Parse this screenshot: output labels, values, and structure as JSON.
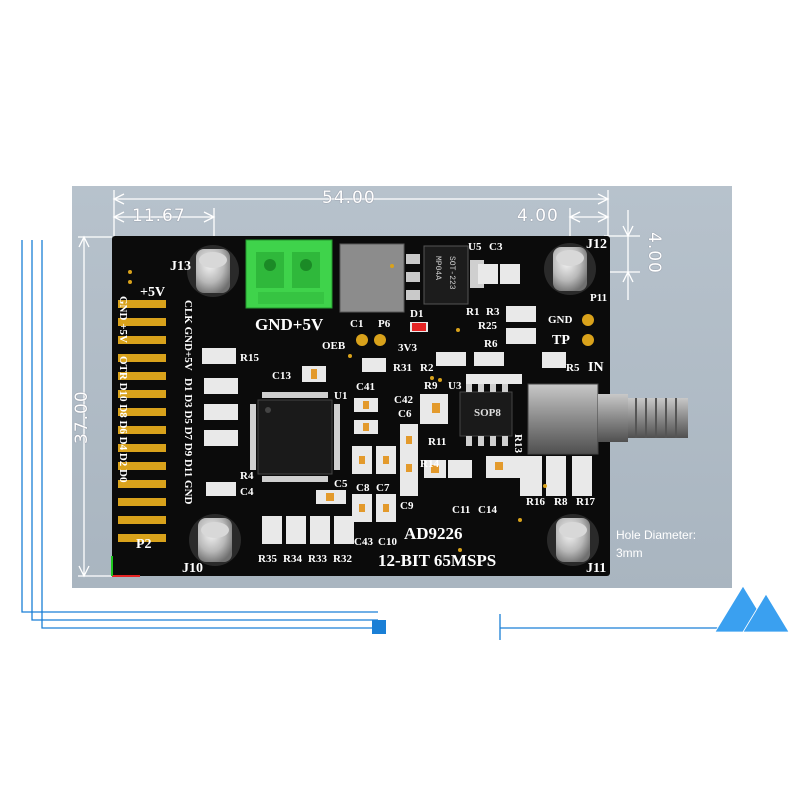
{
  "dimensions": {
    "width": "54.00",
    "height": "37.00",
    "left_offset": "11.67",
    "right_offset": "4.00",
    "top_offset": "4.00"
  },
  "hole_note": {
    "line1": "Hole Diameter:",
    "line2": "3mm"
  },
  "silkscreen": {
    "power_label": "GND+5V",
    "chip_name": "AD9226",
    "chip_spec": "12-BIT 65MSPS",
    "jacks": [
      "J13",
      "J12",
      "J10",
      "J11"
    ],
    "headers": [
      "P2",
      "P6",
      "P11"
    ],
    "voltage": "3V3",
    "oeb": "OEB",
    "gnd": "GND",
    "tp": "TP",
    "in": "IN",
    "plus5v": "+5V",
    "u1": "U1",
    "u3": "U3",
    "u5": "U5",
    "d1": "D1",
    "sop8": "SOP8",
    "sot223": "SOT-223",
    "mpn": "MP04A",
    "pin_labels_a": "CLK GND+5V",
    "pin_labels_b": "D1 D3 D5 D7 D9 D11 GND",
    "pin_labels_c": "GND +5V",
    "pin_labels_d": "OTR D10 D8 D6 D4 D2 D0",
    "caps": [
      "C1",
      "C3",
      "C4",
      "C5",
      "C6",
      "C7",
      "C8",
      "C9",
      "C10",
      "C11",
      "C13",
      "C14",
      "C41",
      "C42",
      "C43"
    ],
    "resistors": [
      "R1",
      "R2",
      "R3",
      "R4",
      "R5",
      "R6",
      "R8",
      "R9",
      "R11",
      "R13",
      "R14",
      "R15",
      "R16",
      "R17",
      "R25",
      "R31",
      "R32",
      "R33",
      "R34",
      "R35"
    ]
  },
  "colors": {
    "board": "#0b0b0b",
    "terminal": "#3fd34b",
    "accent": "#1a7fd6"
  }
}
